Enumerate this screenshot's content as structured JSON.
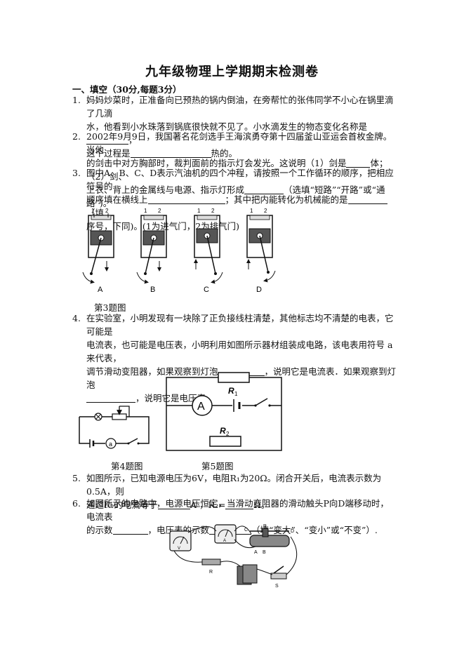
{
  "title": "九年级物理上学期期末检测卷",
  "section": "一、填空（30分,每题3分）",
  "q1": {
    "num": "1.",
    "l1": "妈妈炒菜时，正准备向已预热的锅内倒油，在旁帮忙的张伟同学不小心在锅里滴了几滴",
    "l2a": "水，他看到小水珠落到锅底很快就不见了。小水滴发生的物态变化名称是",
    "l2b": "，",
    "l3a": "这个过程是",
    "l3b": "热的。"
  },
  "q2": {
    "num": "2.",
    "l1": "2002年9月9日，我国著名花剑选手王海滨勇夺第十四届釜山亚运会首枚金牌。当他",
    "l2a": "的剑击中对方胸部时，裁判面前的指示灯会发光。这说明（1）剑是",
    "l2b": "体；（2）剑、",
    "l3a": "上衣、背上的金属线与电源、指示灯形成",
    "l3b": "（选填“短路”“开路”或“通路”)。"
  },
  "q3": {
    "num": "3.",
    "l1": "图中A、B、C、D表示汽油机的四个冲程，请按照一个工作循环的顺序，把相应符号的",
    "l2a": "顺序填在横线上",
    "l2b": "；其中把内能转化为机械能的是",
    "l2c": "（填",
    "l3": "序号，下同)。(1为进气门，2为排气门)",
    "labels": [
      "A",
      "B",
      "C",
      "D"
    ],
    "valve1": "1",
    "valve2": "2",
    "caption": "第3题图"
  },
  "q4": {
    "num": "4.",
    "l1": "在实验室，小明发现有一块除了正负接线柱清楚，其他标志均不清楚的电表，它可能是",
    "l2": "电流表，也可能是电压表，小明利用如图所示器材组装成电路，该电表用符号 a 来代表，",
    "l3a": "调节滑动变阻器，如果观察到灯泡",
    "l3b": "，说明它是电流表．如果观察到灯泡",
    "l4": "，说明它是电压表。",
    "meter": "a",
    "caption": "第4题图"
  },
  "q5fig": {
    "ammeter": "A",
    "r1": "R",
    "r1sub": "1",
    "r2": "R",
    "r2sub": "2",
    "caption": "第5题图"
  },
  "q5": {
    "num": "5.",
    "l1": "如图所示，已知电源电压为6V，电阻R₁为20Ω。闭合开关后，电流表示数为0.5A，则",
    "l2a": "通过R₁的电流等于",
    "l2b": "A ，R₂=",
    "l2c": "Ω。"
  },
  "q6": {
    "num": "6.",
    "l1": "如图所示的电路中，电源电压恒定，当滑动变阻器的滑动触头P向D端移动时，电流表",
    "l2a": "的示数",
    "l2b": "，电压表的示数",
    "l2c": "（填“变大”、“变小”或“不变”）.",
    "labels": {
      "A": "A",
      "B": "B",
      "C": "C",
      "D": "D",
      "P": "P",
      "R": "R",
      "S": "S",
      "V": "V"
    }
  }
}
